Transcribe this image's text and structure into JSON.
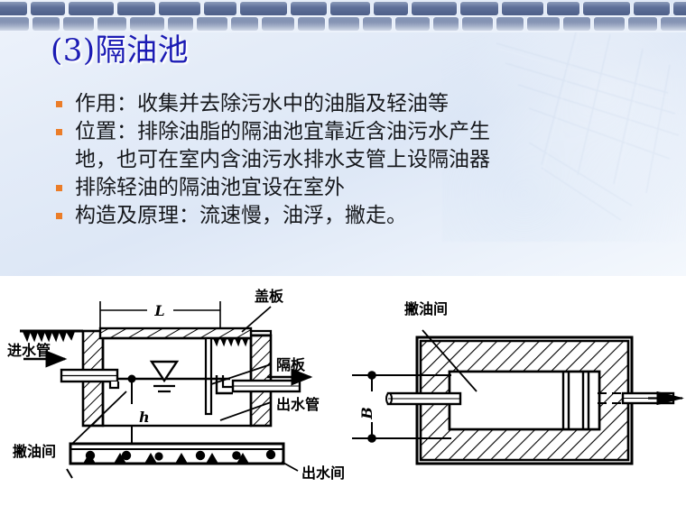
{
  "slide": {
    "title": "(3)隔油池",
    "bullets": [
      {
        "marker": true,
        "text": "作用：收集并去除污水中的油脂及轻油等"
      },
      {
        "marker": true,
        "text": "位置：排除油脂的隔油池宜靠近含油污水产生"
      },
      {
        "marker": false,
        "text": "地，也可在室内含油污水排水支管上设隔油器"
      },
      {
        "marker": true,
        "text": "排除轻油的隔油池宜设在室外"
      },
      {
        "marker": true,
        "text": "构造及原理：流速慢，油浮，撇走。"
      }
    ],
    "colors": {
      "title": "#1b1bb4",
      "bullet_marker": "#eb7d28",
      "body_text": "#16181c",
      "panel_bg_start": "#eef3fb",
      "panel_bg_end": "#f4f8fd",
      "brick": "#5f7099",
      "diagram_bg": "#ffffff",
      "diagram_ink": "#000000"
    }
  },
  "figure": {
    "section_view": {
      "name": "隔油池剖面图",
      "dimension_labels": [
        {
          "id": "L",
          "text": "L",
          "meaning": "池长"
        },
        {
          "id": "h",
          "text": "h",
          "meaning": "有效水深"
        }
      ],
      "callouts": [
        {
          "id": "inlet-pipe",
          "text": "进水管",
          "side": "left"
        },
        {
          "id": "skim-room",
          "text": "撇油间",
          "side": "left"
        },
        {
          "id": "cover-plate",
          "text": "盖板",
          "side": "right"
        },
        {
          "id": "baffle",
          "text": "隔板",
          "side": "right"
        },
        {
          "id": "outlet-pipe",
          "text": "出水管",
          "side": "right"
        },
        {
          "id": "outlet-room",
          "text": "出水间",
          "side": "right"
        }
      ]
    },
    "plan_view": {
      "name": "隔油池平面图",
      "dimension_labels": [
        {
          "id": "B",
          "text": "B",
          "meaning": "池宽"
        }
      ],
      "callouts": [
        {
          "id": "skim-room-plan",
          "text": "撇油间",
          "side": "top"
        }
      ]
    }
  }
}
